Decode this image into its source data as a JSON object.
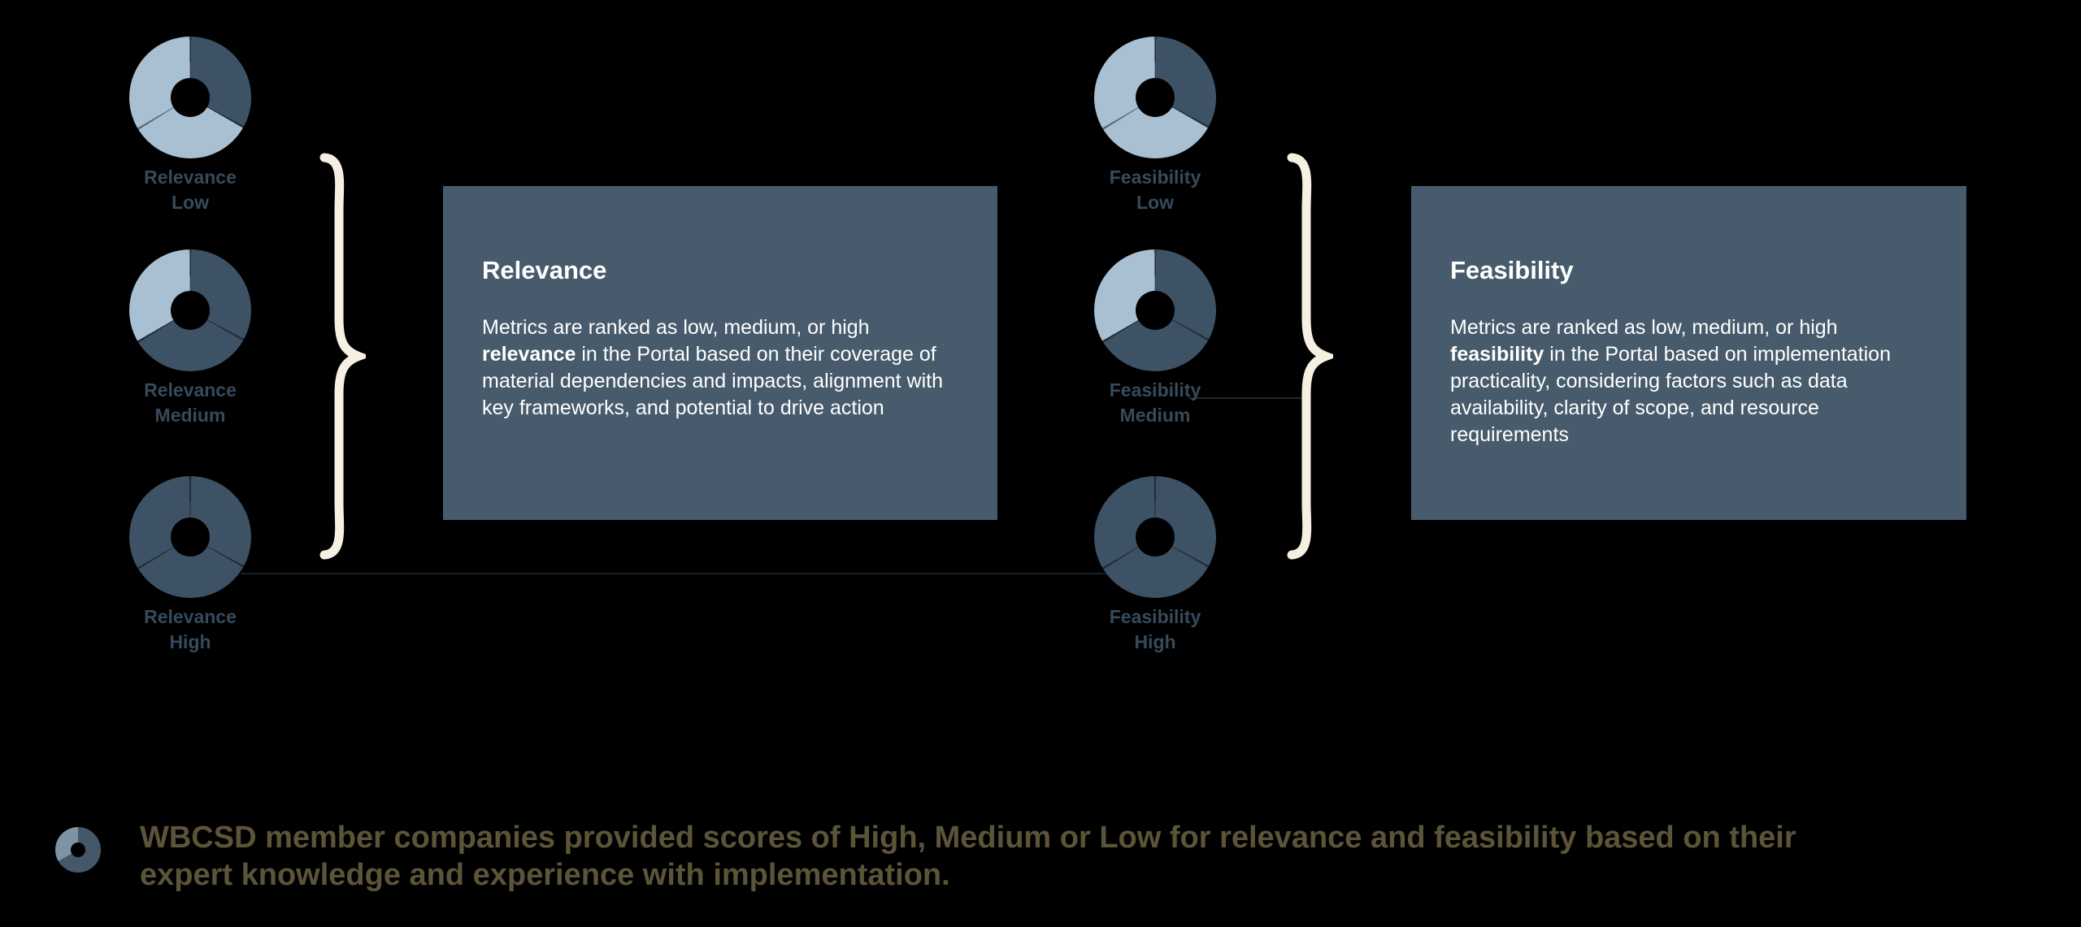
{
  "colors": {
    "background": "#000000",
    "panel": "#475b6c",
    "donut_dark": "#3e5265",
    "donut_light": "#a9c0d2",
    "brace": "#f5f0e1",
    "donut_label_text": "#374a5b",
    "panel_text": "#ffffff",
    "footnote_text": "#5c5438"
  },
  "relevance_group": {
    "items": [
      {
        "line1": "Relevance",
        "line2": "Low",
        "level": "low",
        "segments_filled": 1,
        "segments_total": 3
      },
      {
        "line1": "Relevance",
        "line2": "Medium",
        "level": "medium",
        "segments_filled": 2,
        "segments_total": 3
      },
      {
        "line1": "Relevance",
        "line2": "High",
        "level": "high",
        "segments_filled": 3,
        "segments_total": 3
      }
    ],
    "panel": {
      "title": "Relevance",
      "body_pre": "Metrics are ranked as low, medium, or high ",
      "body_bold": "relevance",
      "body_post": " in the Portal based on their coverage of material dependencies and impacts, alignment with key frameworks, and potential to drive action"
    }
  },
  "feasibility_group": {
    "items": [
      {
        "line1": "Feasibility",
        "line2": "Low",
        "level": "low",
        "segments_filled": 1,
        "segments_total": 3
      },
      {
        "line1": "Feasibility",
        "line2": "Medium",
        "level": "medium",
        "segments_filled": 2,
        "segments_total": 3
      },
      {
        "line1": "Feasibility",
        "line2": "High",
        "level": "high",
        "segments_filled": 3,
        "segments_total": 3
      }
    ],
    "panel": {
      "title": "Feasibility",
      "body_pre": "Metrics are ranked as low, medium, or high ",
      "body_bold": "feasibility",
      "body_post": " in the Portal based on implementation practicality, considering factors such as data availability, clarity of scope, and resource requirements"
    }
  },
  "footnote": {
    "text": "WBCSD member companies provided scores of High, Medium or Low for relevance and feasibility based on their expert knowledge and experience with implementation."
  }
}
